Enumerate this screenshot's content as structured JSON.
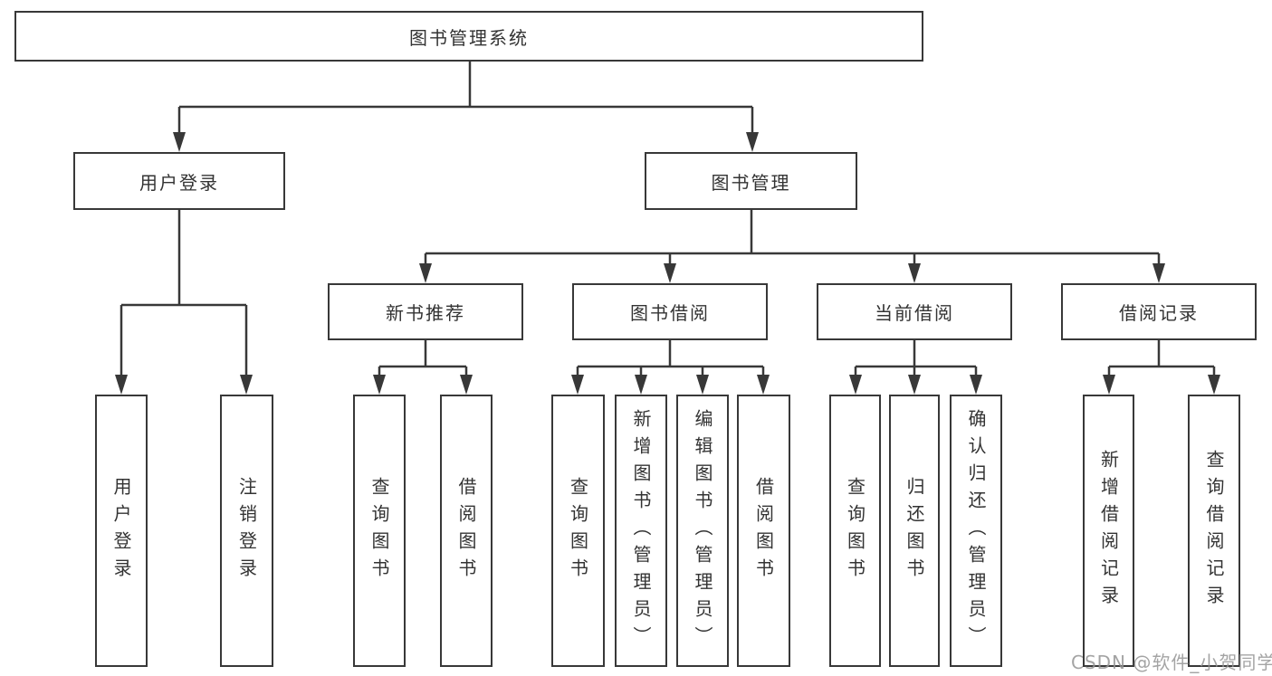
{
  "tree": {
    "label": "图书管理系统",
    "children": [
      {
        "label": "用户登录",
        "children": [
          {
            "label": "用户登录"
          },
          {
            "label": "注销登录"
          }
        ]
      },
      {
        "label": "图书管理",
        "children": [
          {
            "label": "新书推荐",
            "children": [
              {
                "label": "查询图书"
              },
              {
                "label": "借阅图书"
              }
            ]
          },
          {
            "label": "图书借阅",
            "children": [
              {
                "label": "查询图书"
              },
              {
                "label": "新增图书（管理员）"
              },
              {
                "label": "编辑图书（管理员）"
              },
              {
                "label": "借阅图书"
              }
            ]
          },
          {
            "label": "当前借阅",
            "children": [
              {
                "label": "查询图书"
              },
              {
                "label": "归还图书"
              },
              {
                "label": "确认归还（管理员）"
              }
            ]
          },
          {
            "label": "借阅记录",
            "children": [
              {
                "label": "新增借阅记录"
              },
              {
                "label": "查询借阅记录"
              }
            ]
          }
        ]
      }
    ]
  },
  "watermark": {
    "text": "CSDN @软件_小贺同学"
  },
  "colors": {
    "line": "#383838",
    "box_border": "#383838",
    "text": "#333333",
    "watermark": "#949494",
    "background": "#ffffff"
  }
}
